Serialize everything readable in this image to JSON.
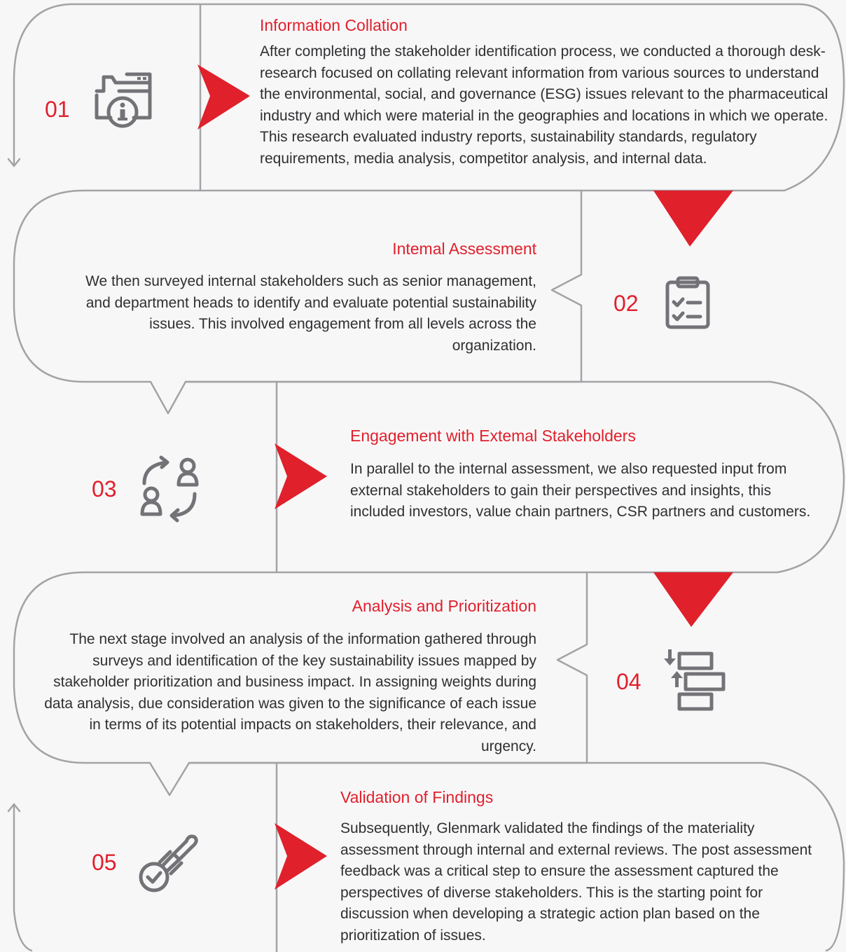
{
  "colors": {
    "accent": "#e0202b",
    "line": "#a3a3a6",
    "text": "#2f2f31",
    "background": "#f8f7f8"
  },
  "steps": [
    {
      "number": "01",
      "title": "Information Collation",
      "icon": "folder-info-icon",
      "text": "After completing the stakeholder identification process, we conducted a thorough desk-research focused on collating relevant information from various sources to understand the environmental, social, and governance (ESG) issues relevant to the pharmaceutical industry and which were material in the geographies and locations in which we operate. This research evaluated industry reports, sustainability standards, regulatory requirements, media analysis, competitor analysis, and internal data."
    },
    {
      "number": "02",
      "title": "Intemal Assessment",
      "icon": "clipboard-checklist-icon",
      "text": "We then surveyed internal stakeholders such as senior management, and department heads to identify and evaluate potential sustainability issues. This involved engagement from all levels across the organization."
    },
    {
      "number": "03",
      "title": "Engagement with Extemal Stakeholders",
      "icon": "people-exchange-icon",
      "text": "In parallel to the internal assessment, we also requested input from external stakeholders to gain their perspectives and insights, this included investors, value chain partners, CSR partners and customers."
    },
    {
      "number": "04",
      "title": "Analysis and Prioritization",
      "icon": "priority-sort-icon",
      "text": "The next stage involved an analysis of the information gathered through surveys and identification of the key sustainability issues mapped by stakeholder prioritization and business impact. In assigning weights during data analysis, due consideration was given to the significance of each issue in terms of its potential impacts on stakeholders, their relevance, and urgency."
    },
    {
      "number": "05",
      "title": "Validation of Findings",
      "icon": "validation-stamp-icon",
      "text": "Subsequently, Glenmark validated the findings of the materiality assessment through internal and external reviews. The post assessment feedback was a critical step to ensure the assessment captured the perspectives of diverse stakeholders. This is the starting point for discussion when developing a strategic action plan based on the prioritization of issues."
    }
  ]
}
